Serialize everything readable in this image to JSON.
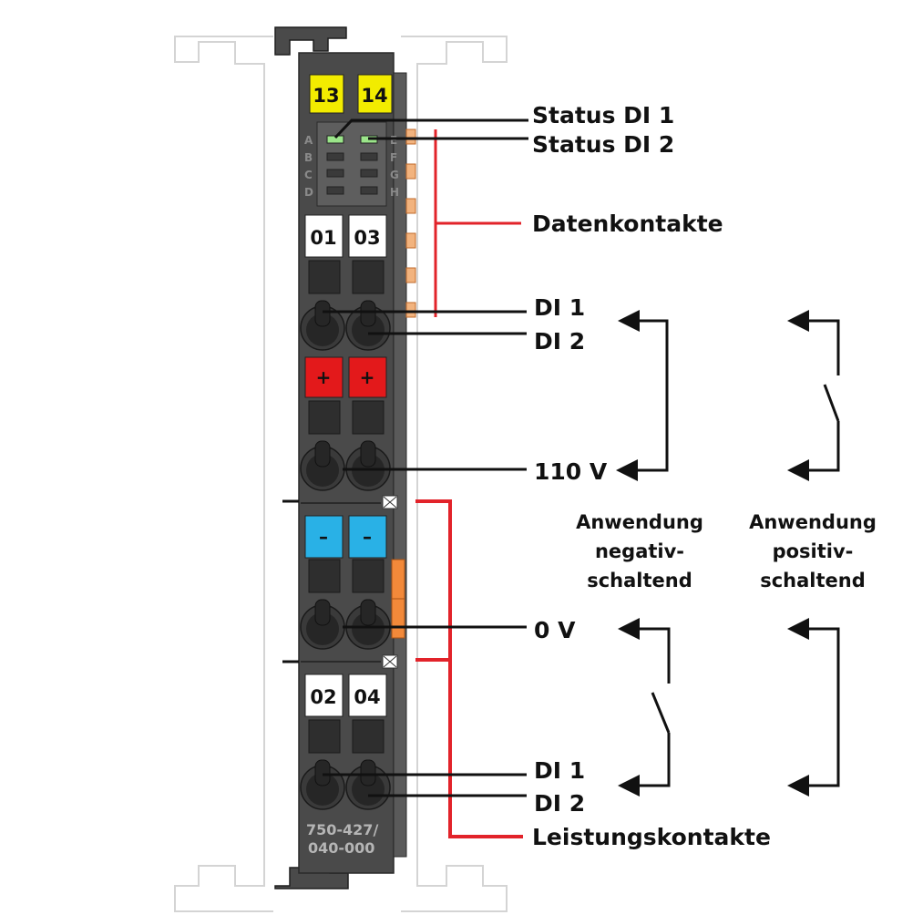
{
  "module": {
    "part_number_line1": "750-427/",
    "part_number_line2": "040-000",
    "top_markers": [
      "13",
      "14"
    ],
    "led_letters_left": [
      "A",
      "B",
      "C",
      "D"
    ],
    "led_letters_right": [
      "E",
      "F",
      "G",
      "H"
    ],
    "upper_markers": [
      "01",
      "03"
    ],
    "plus_symbols": [
      "+",
      "+"
    ],
    "minus_symbols": [
      "–",
      "–"
    ],
    "lower_markers": [
      "02",
      "04"
    ]
  },
  "callouts": {
    "status_di1": "Status DI 1",
    "status_di2": "Status DI 2",
    "datenkontakte": "Datenkontakte",
    "di1_upper": "DI 1",
    "di2_upper": "DI 2",
    "v110": "110 V",
    "v0": "0 V",
    "di1_lower": "DI 1",
    "di2_lower": "DI 2",
    "leistungskontakte": "Leistungskontakte"
  },
  "captions": {
    "negative": [
      "Anwendung",
      "negativ-",
      "schaltend"
    ],
    "positive": [
      "Anwendung",
      "positiv-",
      "schaltend"
    ]
  },
  "colors": {
    "housing": "#4a4a4a",
    "marker_yellow": "#f2ec00",
    "plus_red": "#e3191b",
    "minus_blue": "#29b1e6",
    "led_green": "#9be58a",
    "callout_red": "#e2232a",
    "contact_orange": "#f2893a"
  }
}
